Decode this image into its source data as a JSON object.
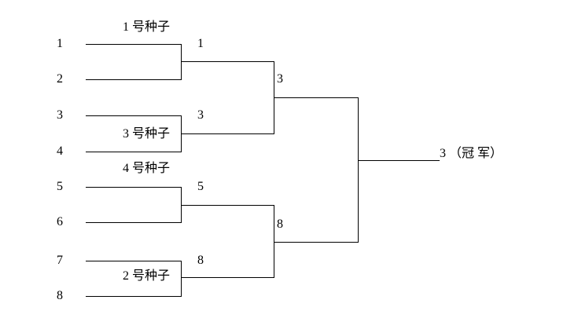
{
  "colors": {
    "background": "#ffffff",
    "line": "#000000",
    "text": "#000000"
  },
  "bracket": {
    "players": [
      "1",
      "2",
      "3",
      "4",
      "5",
      "6",
      "7",
      "8"
    ],
    "seed_labels": [
      "1 号种子",
      "3 号种子",
      "4 号种子",
      "2 号种子"
    ],
    "round2_winners": [
      "1",
      "3",
      "5",
      "8"
    ],
    "semifinal_winners": [
      "3",
      "8"
    ],
    "champion_label": "3 （冠 军）"
  }
}
